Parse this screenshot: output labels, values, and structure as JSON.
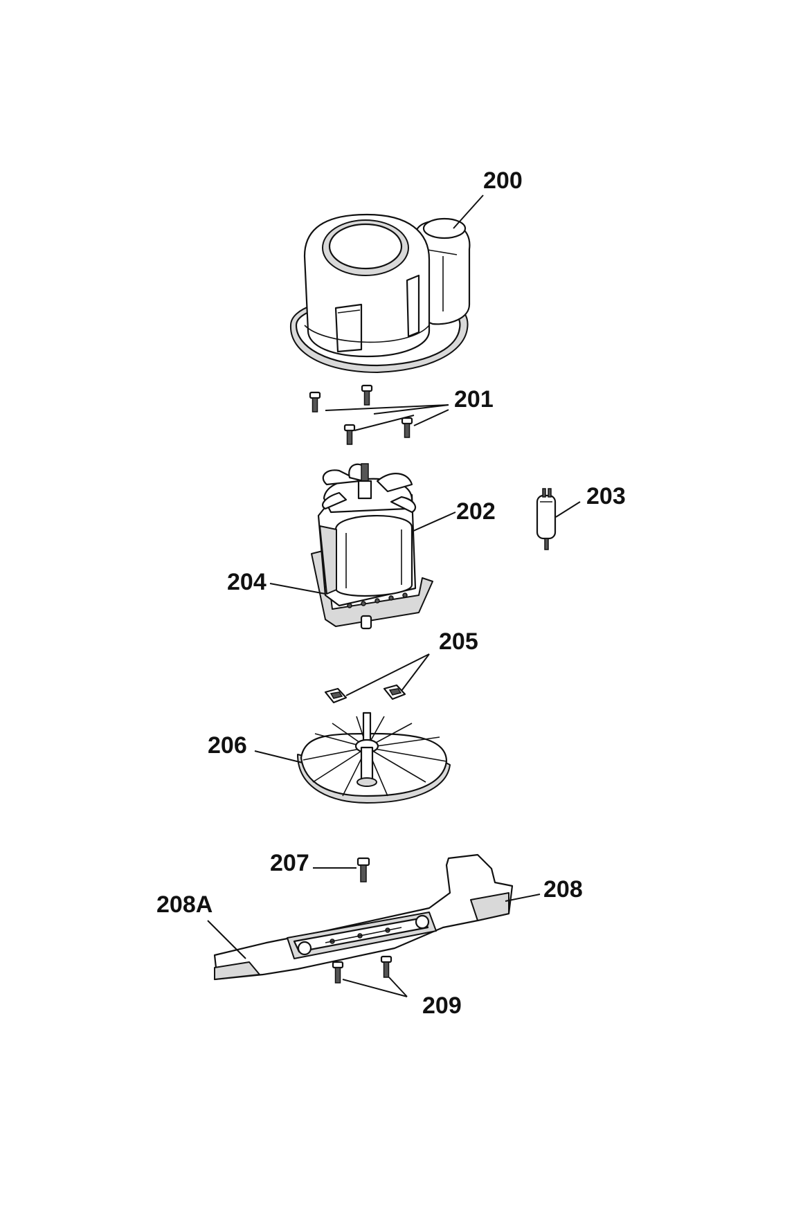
{
  "callouts": {
    "c200": "200",
    "c201": "201",
    "c202": "202",
    "c203": "203",
    "c204": "204",
    "c205": "205",
    "c206": "206",
    "c207": "207",
    "c208": "208",
    "c208A": "208A",
    "c209": "209"
  }
}
